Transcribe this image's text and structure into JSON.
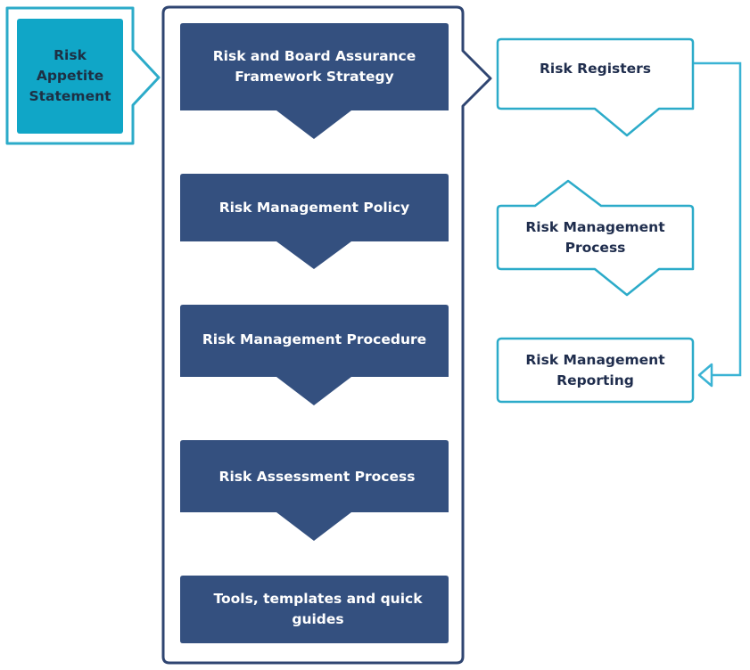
{
  "colors": {
    "navy_box": "#34507f",
    "navy_outline": "#2f4571",
    "teal": "#10a6c7",
    "teal_outline": "#2cabc9",
    "arrow_line": "#3ab3d4"
  },
  "appetite": {
    "label": "Risk\nAppetite\nStatement"
  },
  "framework": {
    "steps": [
      {
        "label": "Risk and Board Assurance\nFramework Strategy"
      },
      {
        "label": "Risk Management Policy"
      },
      {
        "label": "Risk Management Procedure"
      },
      {
        "label": "Risk Assessment Process"
      },
      {
        "label": "Tools, templates and quick\nguides"
      }
    ]
  },
  "side": {
    "registers": "Risk Registers",
    "process": "Risk Management\nProcess",
    "reporting": "Risk Management\nReporting"
  }
}
